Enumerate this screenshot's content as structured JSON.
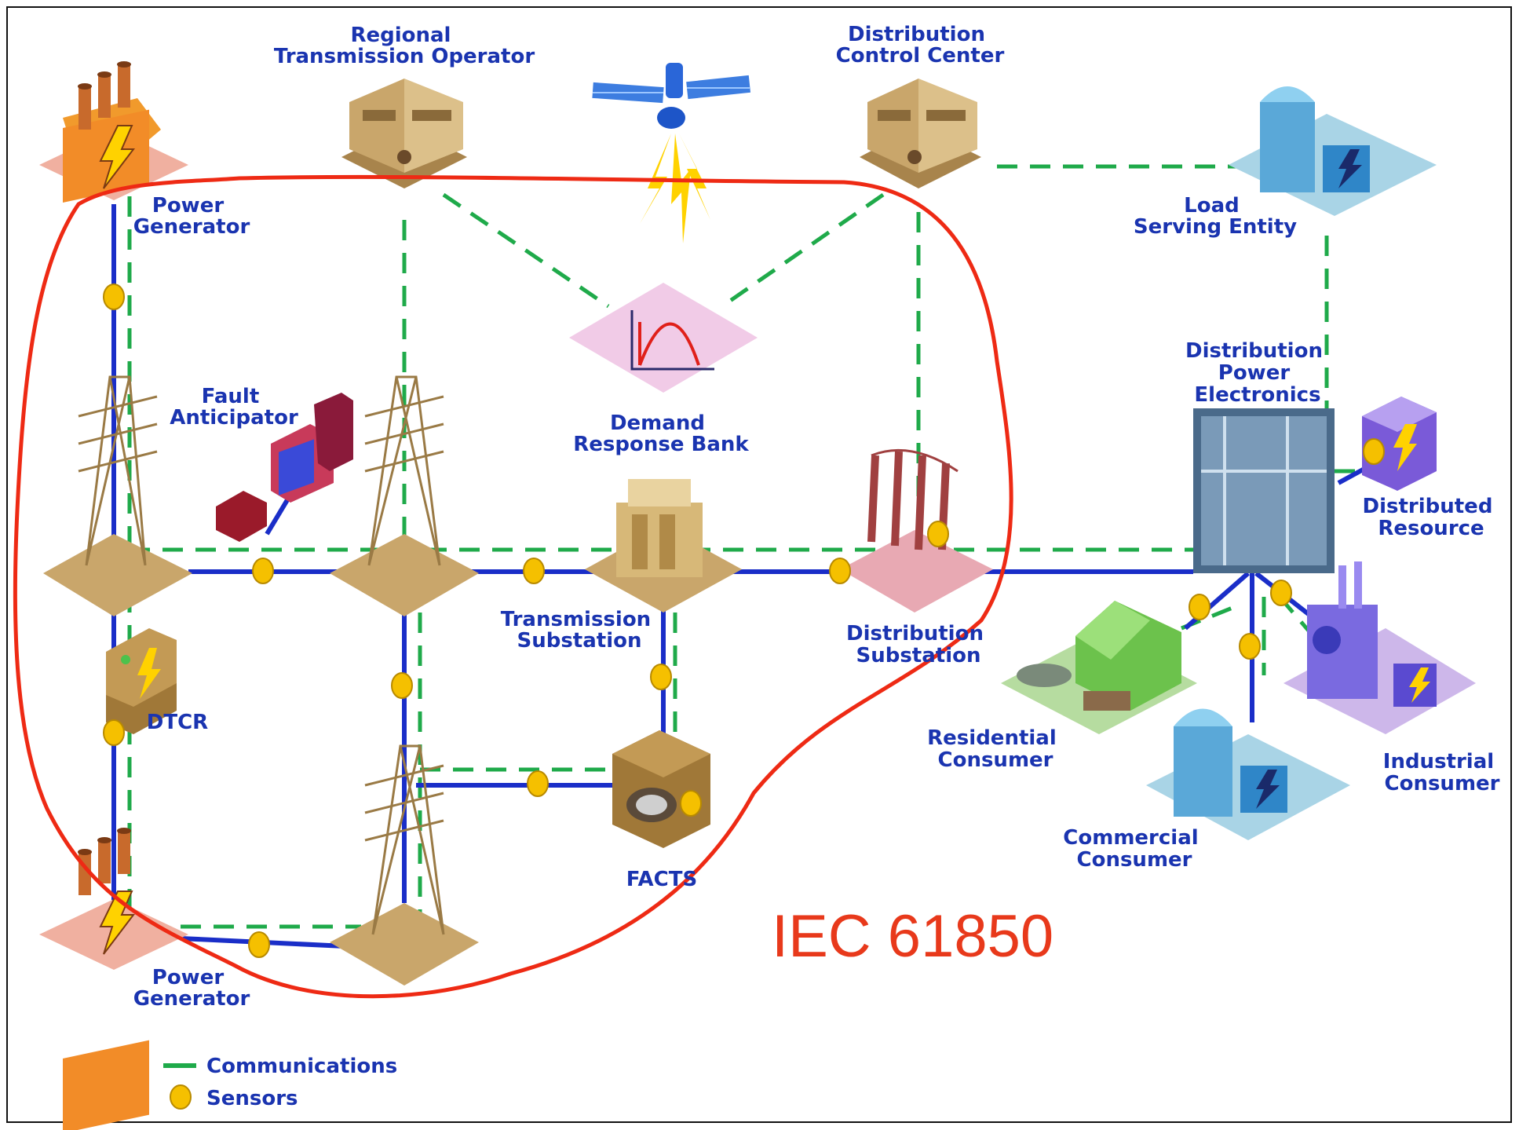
{
  "nodes": {
    "power_generator_top": [
      "Power",
      "Generator"
    ],
    "regional_transmission_operator": [
      "Regional",
      "Transmission Operator"
    ],
    "distribution_control_center": [
      "Distribution",
      "Control Center"
    ],
    "load_serving_entity": [
      "Load",
      "Serving Entity"
    ],
    "fault_anticipator": [
      "Fault",
      "Anticipator"
    ],
    "demand_response_bank": [
      "Demand",
      "Response Bank"
    ],
    "distribution_power_electronics": [
      "Distribution",
      "Power",
      "Electronics"
    ],
    "distributed_resource": [
      "Distributed",
      "Resource"
    ],
    "transmission_substation": [
      "Transmission",
      "Substation"
    ],
    "distribution_substation": [
      "Distribution",
      "Substation"
    ],
    "dtcr": "DTCR",
    "residential_consumer": [
      "Residential",
      "Consumer"
    ],
    "industrial_consumer": [
      "Industrial",
      "Consumer"
    ],
    "commercial_consumer": [
      "Commercial",
      "Consumer"
    ],
    "facts": "FACTS",
    "power_generator_bottom": [
      "Power",
      "Generator"
    ]
  },
  "standard_annotation": "IEC 61850",
  "legend": {
    "communications": "Communications",
    "sensors": "Sensors"
  },
  "colors": {
    "power_line": "#1a2ec8",
    "communications_line": "#1faa4a",
    "sensor": "#f5c000",
    "label_text": "#1a34b0",
    "annotation": "#e8391b"
  }
}
